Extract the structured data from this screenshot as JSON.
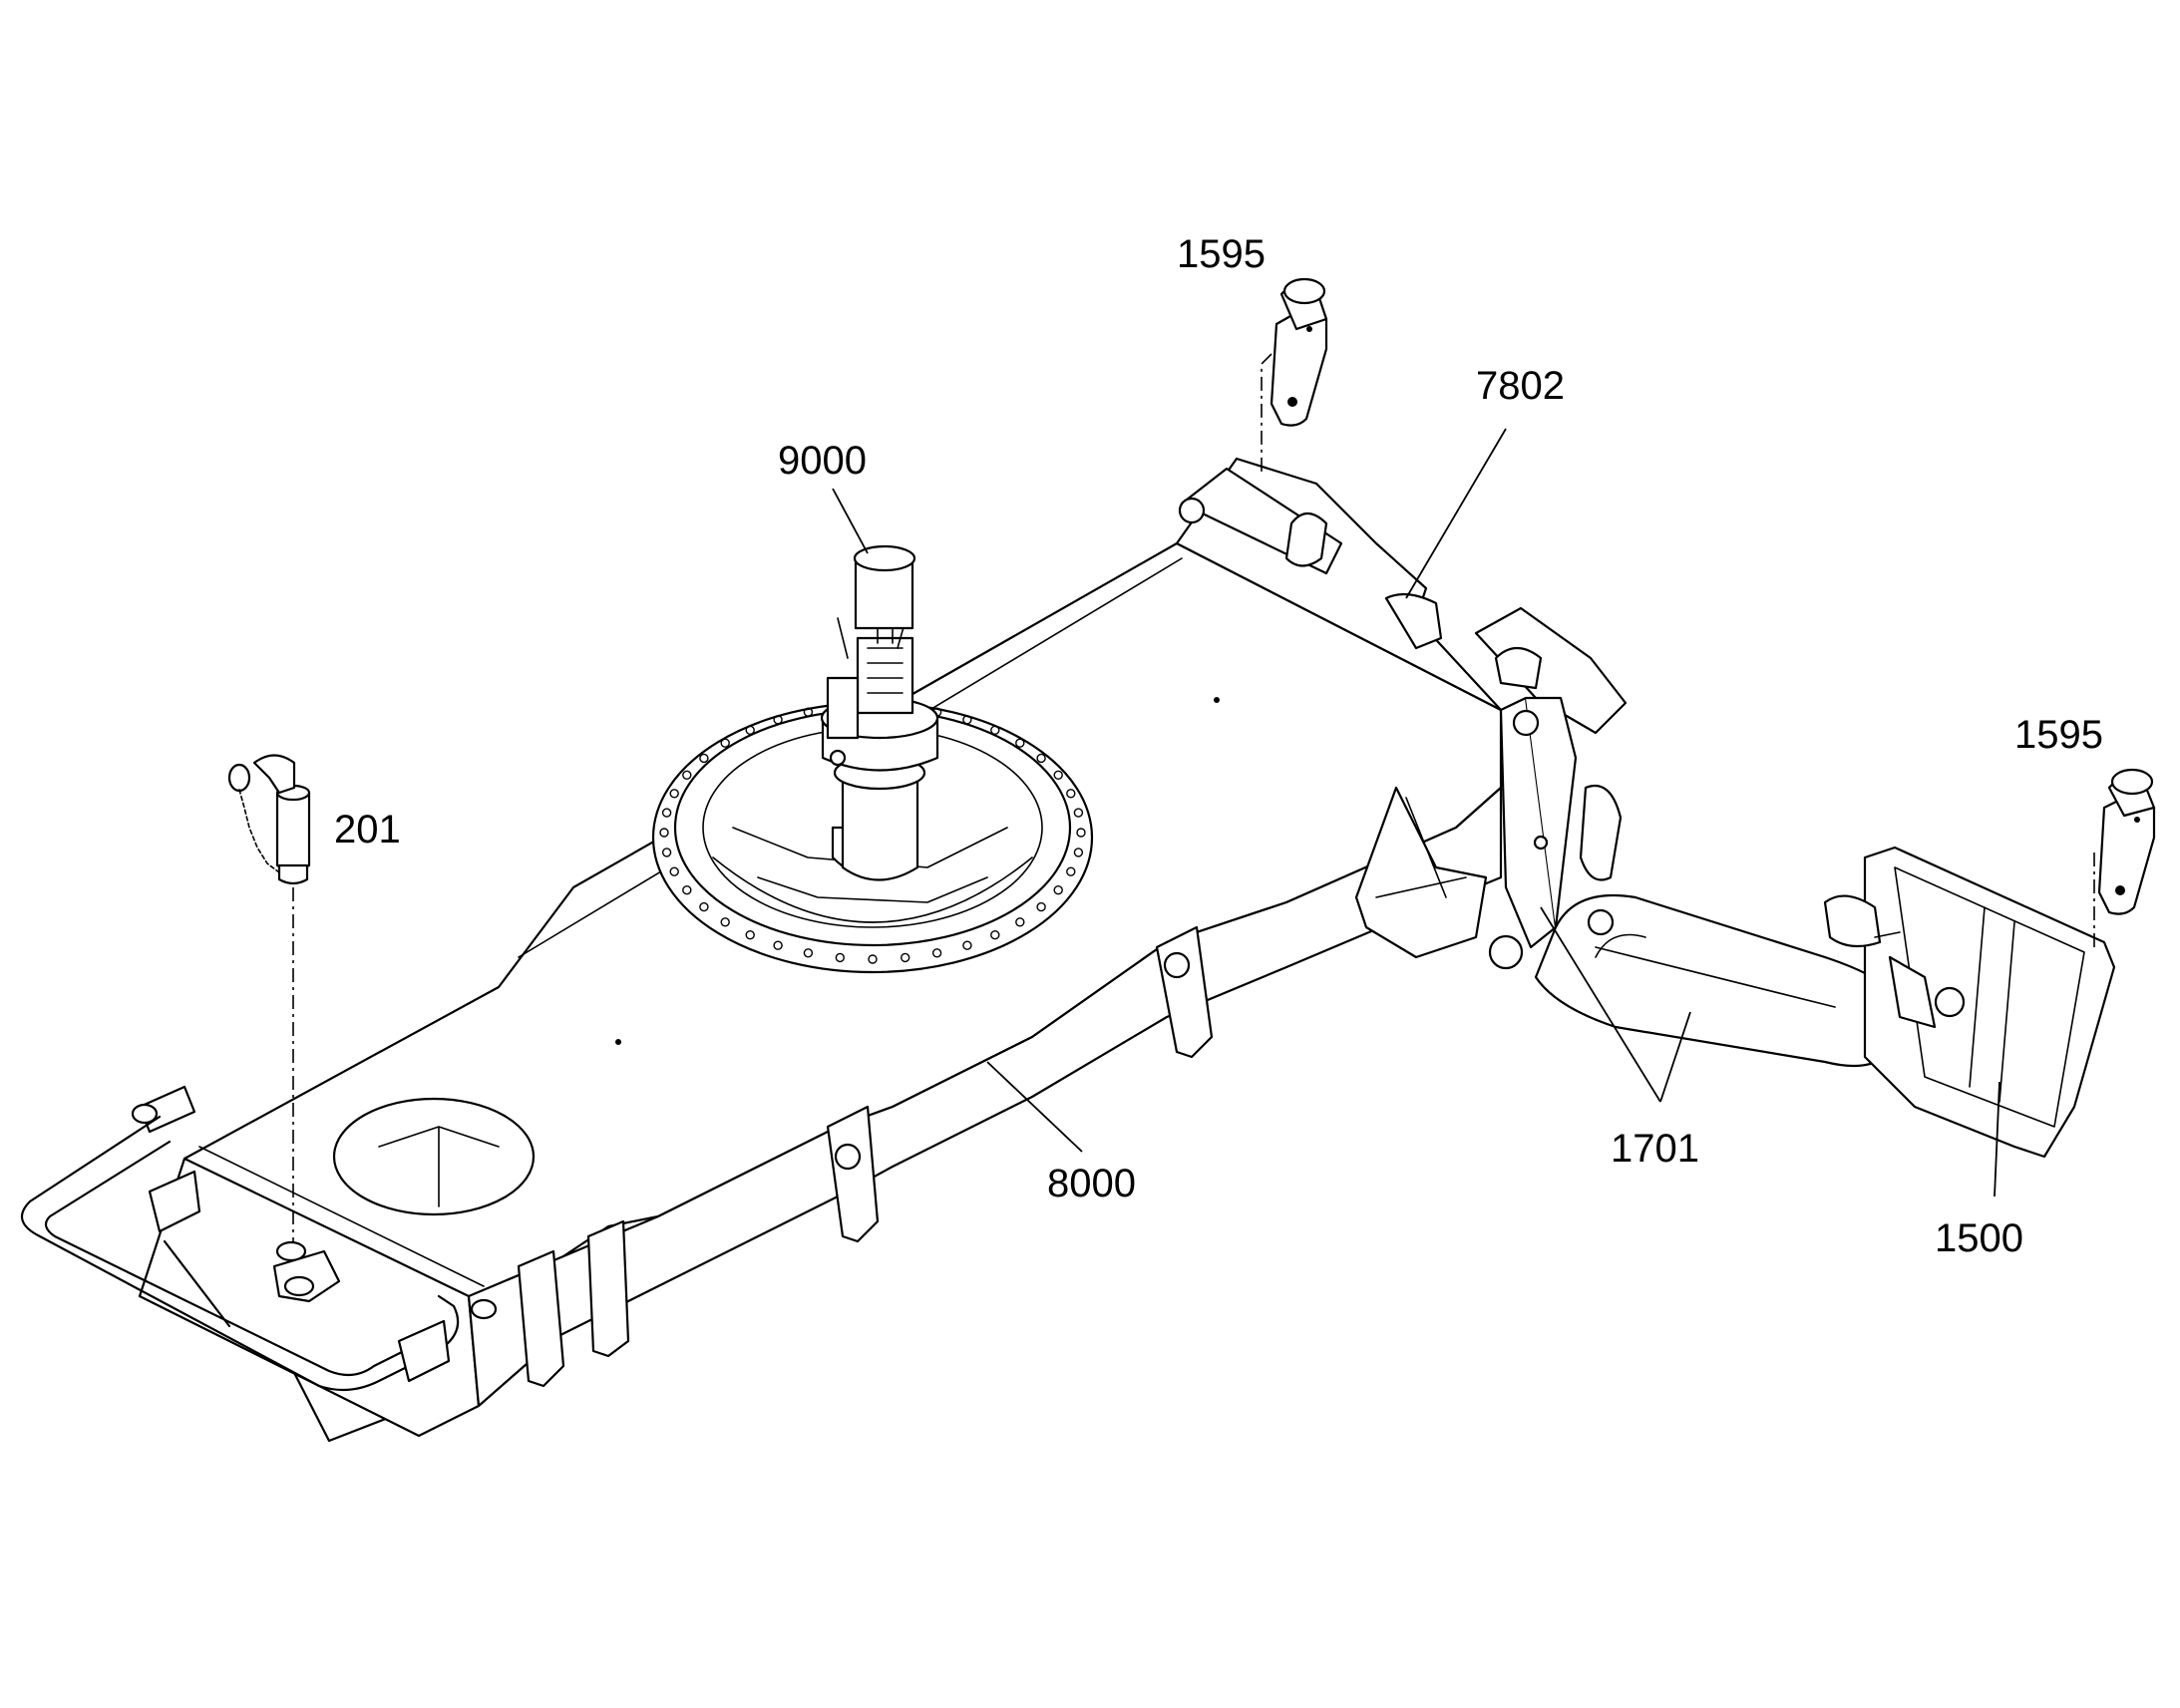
{
  "callouts": {
    "c_1595_top": "1595",
    "c_7802": "7802",
    "c_9000": "9000",
    "c_1595_right": "1595",
    "c_201": "201",
    "c_1701": "1701",
    "c_8000": "8000",
    "c_1500": "1500"
  }
}
